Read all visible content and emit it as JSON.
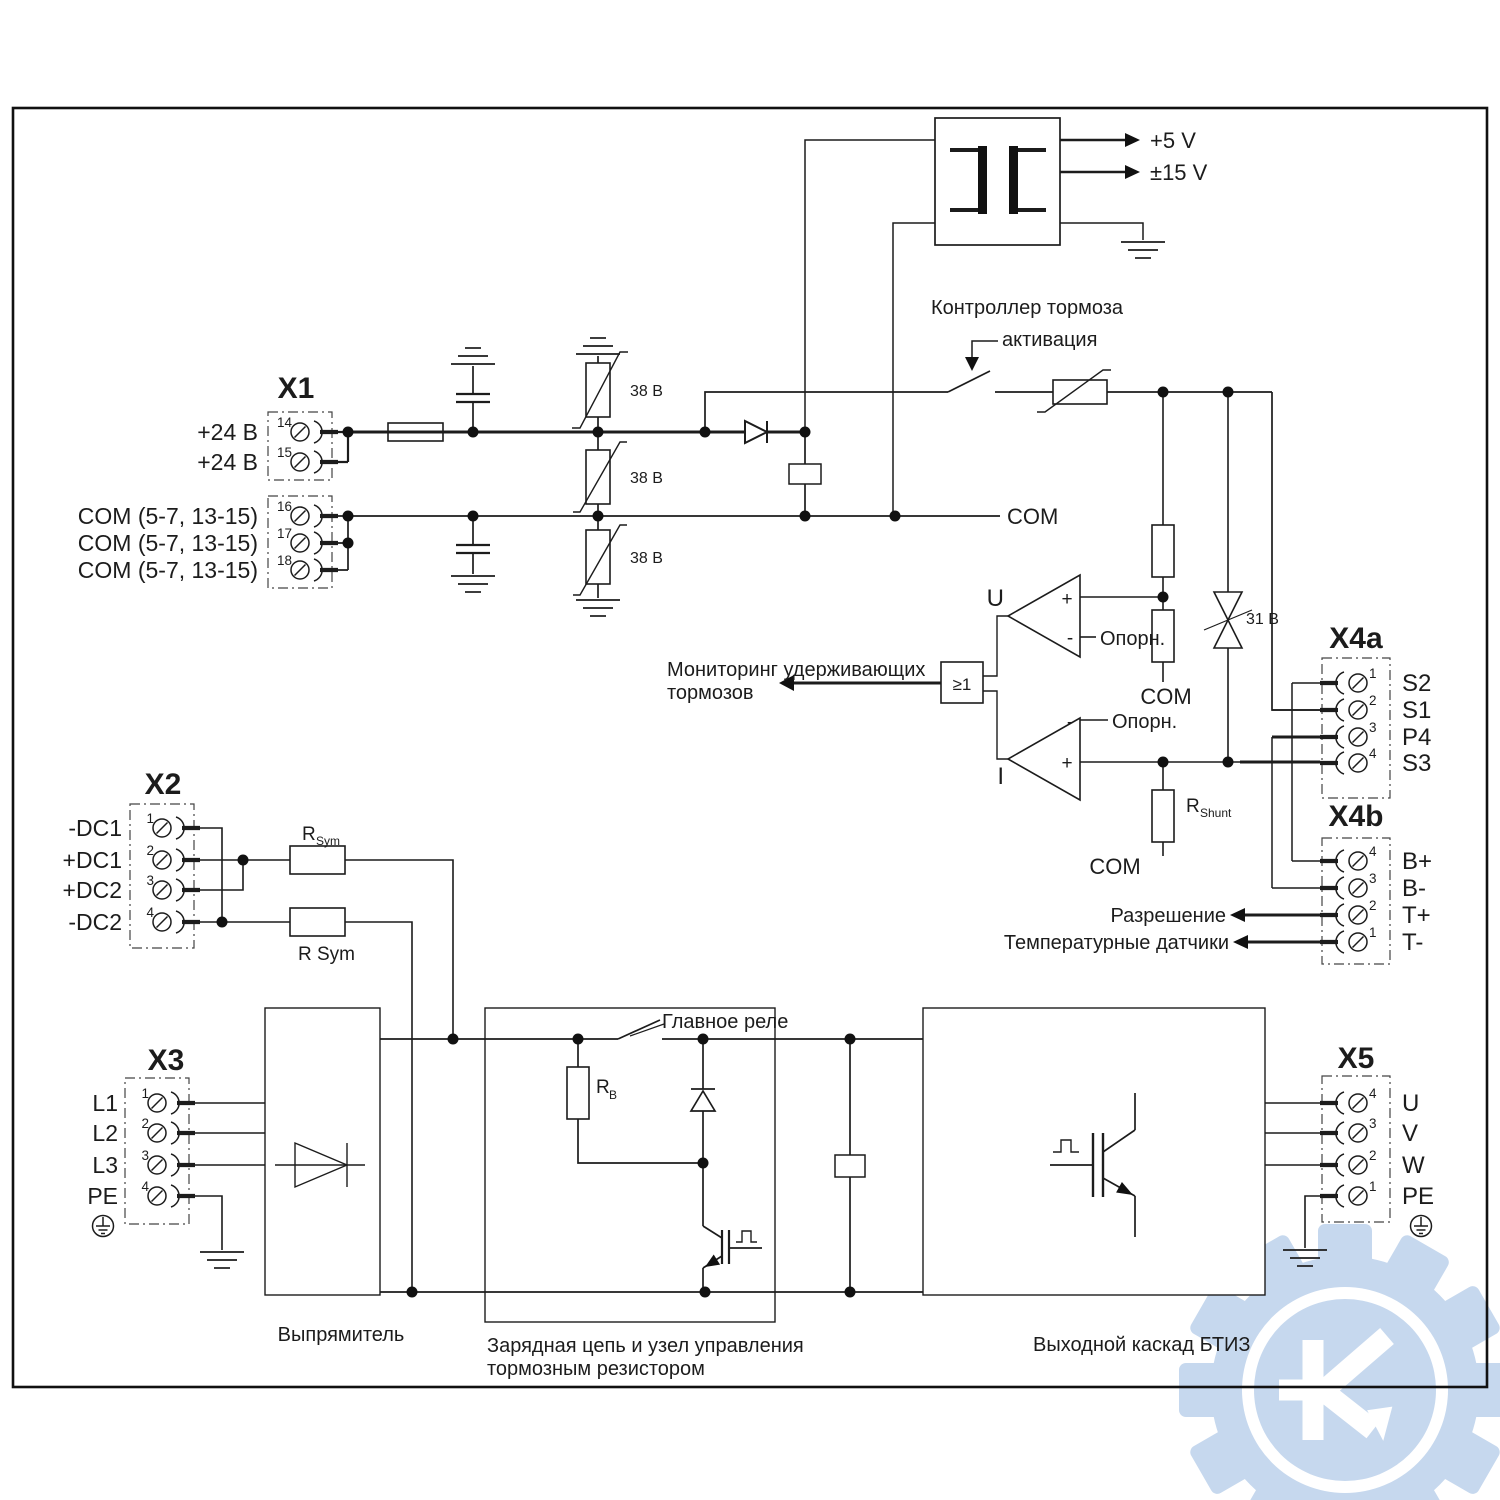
{
  "power": {
    "v5": "+5 V",
    "v15": "±15 V"
  },
  "brake": {
    "controller": "Контроллер тормоза",
    "activation": "активация",
    "monitor1": "Мониторинг удерживающих",
    "monitor2": "тормозов",
    "gate": "≥1",
    "u": "U",
    "i": "I",
    "u_plus": "+",
    "u_minus": "-",
    "i_minus": "-",
    "i_plus": "+",
    "ref_u": "Опорн.",
    "ref_i": "Опорн.",
    "com_wire": "COM",
    "com_div": "COM",
    "com_shunt": "COM",
    "tvs": "31 В",
    "r_shunt": "R",
    "r_shunt_sub": "Shunt",
    "var1": "38 В",
    "var2": "38 В",
    "var3": "38 В"
  },
  "x1": {
    "title": "X1",
    "pins": [
      {
        "n": "14",
        "label": "+24 В"
      },
      {
        "n": "15",
        "label": "+24 В"
      },
      {
        "n": "16",
        "label": "COM (5-7, 13-15)"
      },
      {
        "n": "17",
        "label": "COM (5-7, 13-15)"
      },
      {
        "n": "18",
        "label": "COM (5-7, 13-15)"
      }
    ]
  },
  "x2": {
    "title": "X2",
    "pins": [
      {
        "n": "1",
        "label": "-DC1"
      },
      {
        "n": "2",
        "label": "+DC1"
      },
      {
        "n": "3",
        "label": "+DC2"
      },
      {
        "n": "4",
        "label": "-DC2"
      }
    ],
    "r_sym1": "R",
    "r_sym1_sub": "Sym",
    "r_sym2": "R Sym"
  },
  "x3": {
    "title": "X3",
    "pins": [
      {
        "n": "1",
        "label": "L1"
      },
      {
        "n": "2",
        "label": "L2"
      },
      {
        "n": "3",
        "label": "L3"
      },
      {
        "n": "4",
        "label": "PE"
      }
    ]
  },
  "x4a": {
    "title": "X4a",
    "pins": [
      {
        "n": "1",
        "label": "S2"
      },
      {
        "n": "2",
        "label": "S1"
      },
      {
        "n": "3",
        "label": "P4"
      },
      {
        "n": "4",
        "label": "S3"
      }
    ]
  },
  "x4b": {
    "title": "X4b",
    "pins": [
      {
        "n": "4",
        "label": "B+"
      },
      {
        "n": "3",
        "label": "B-"
      },
      {
        "n": "2",
        "label": "T+"
      },
      {
        "n": "1",
        "label": "T-"
      }
    ],
    "enable": "Разрешение",
    "temp": "Температурные датчики"
  },
  "x5": {
    "title": "X5",
    "pins": [
      {
        "n": "4",
        "label": "U"
      },
      {
        "n": "3",
        "label": "V"
      },
      {
        "n": "2",
        "label": "W"
      },
      {
        "n": "1",
        "label": "PE"
      }
    ]
  },
  "blocks": {
    "rectifier": "Выпрямитель",
    "charging1": "Зарядная цепь и узел управления",
    "charging2": "тормозным резистором",
    "igbt": "Выходной каскад БТИЗ",
    "relay": "Главное реле",
    "rb": "R",
    "rb_sub": "B"
  },
  "colors": {
    "line": "#1c1c1c",
    "watermark": "#c6d8ee"
  }
}
